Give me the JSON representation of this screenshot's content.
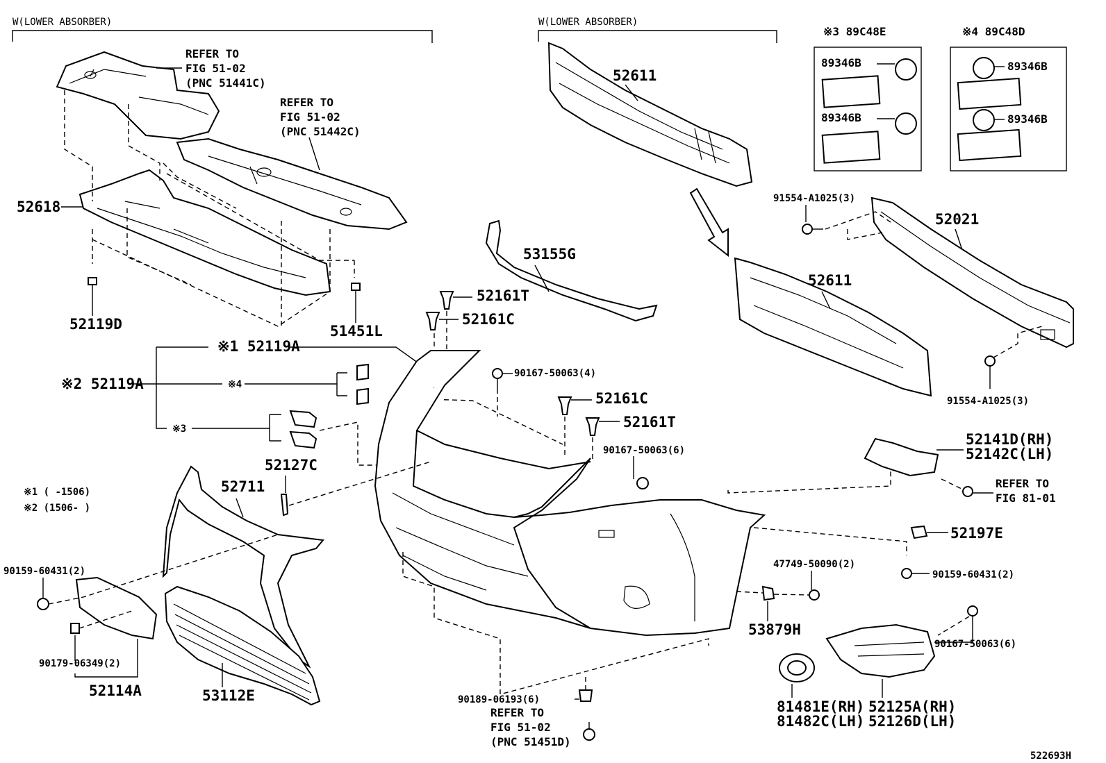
{
  "headers": {
    "lower_absorber_left": "W(LOWER ABSORBER)",
    "lower_absorber_right": "W(LOWER ABSORBER)"
  },
  "kits": {
    "k3": {
      "title": "※3 89C48E",
      "item_a": "89346B",
      "item_b": "89346B"
    },
    "k4": {
      "title": "※4 89C48D",
      "item_a": "89346B",
      "item_b": "89346B"
    }
  },
  "refer": {
    "r1": [
      "REFER TO",
      "FIG 51-02",
      "(PNC 51441C)"
    ],
    "r2": [
      "REFER TO",
      "FIG 51-02",
      "(PNC 51442C)"
    ],
    "r3": [
      "REFER TO",
      "FIG 81-01"
    ],
    "r4": [
      "REFER TO",
      "FIG 51-02",
      "(PNC 51451D)"
    ]
  },
  "notes": {
    "n1": "※1 (      -1506)",
    "n2": "※2 (1506-      )"
  },
  "parts": {
    "p52618": "52618",
    "p52119D": "52119D",
    "p51451L": "51451L",
    "p52611a": "52611",
    "p52611b": "52611",
    "p52021": "52021",
    "p91554a": "91554-A1025(3)",
    "p91554b": "91554-A1025(3)",
    "p53155G": "53155G",
    "p52161Ta": "52161T",
    "p52161Ca": "52161C",
    "p52161Cb": "52161C",
    "p52161Tb": "52161T",
    "p90167a": "90167-50063(4)",
    "p90167b": "90167-50063(6)",
    "p90167c": "90167-50063(6)",
    "p52119A1": "※1 52119A",
    "p52119A2": "※2 52119A",
    "mark4": "※4",
    "mark3": "※3",
    "p52127C": "52127C",
    "p52711": "52711",
    "p52141D": "52141D(RH)",
    "p52142C": "52142C(LH)",
    "p52197E": "52197E",
    "p90159a": "90159-60431(2)",
    "p90159b": "90159-60431(2)",
    "p47749": "47749-50090(2)",
    "p53879H": "53879H",
    "p90179": "90179-06349(2)",
    "p52114A": "52114A",
    "p53112E": "53112E",
    "p90189": "90189-06193(6)",
    "p81481E": "81481E(RH)",
    "p81482C": "81482C(LH)",
    "p52125A": "52125A(RH)",
    "p52126D": "52126D(LH)"
  },
  "diagram_id": "522693H"
}
